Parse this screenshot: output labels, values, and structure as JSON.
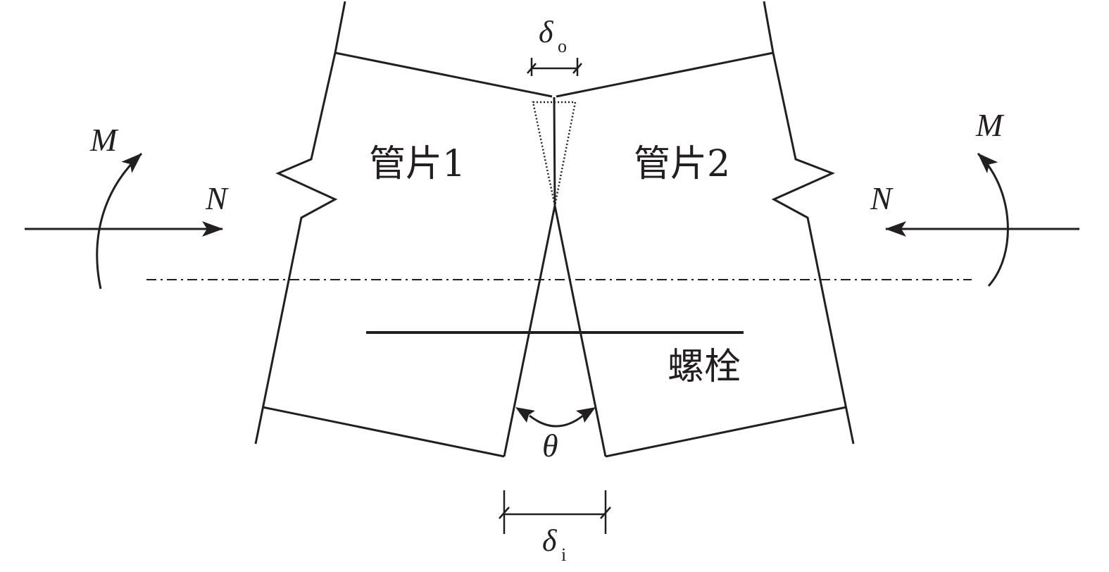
{
  "diagram": {
    "segment_1_label": "管片1",
    "segment_2_label": "管片2",
    "bolt_label": "螺栓",
    "moment_symbol": "M",
    "axial_force_symbol": "N",
    "rotation_angle_symbol": "θ",
    "outer_opening_symbol": "δ",
    "outer_opening_subscript": "o",
    "inner_opening_symbol": "δ",
    "inner_opening_subscript": "i"
  }
}
